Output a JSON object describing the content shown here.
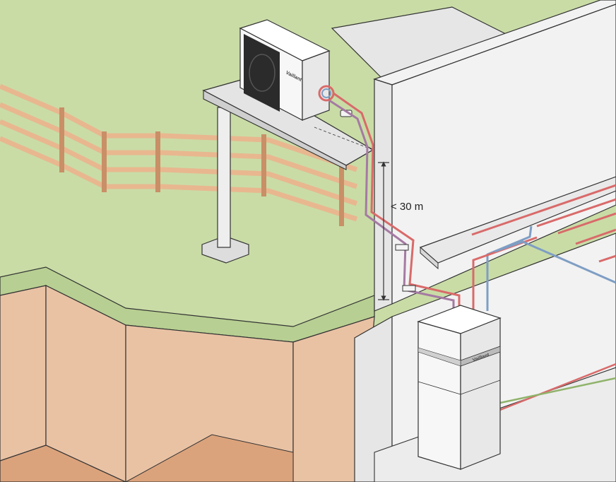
{
  "diagram": {
    "distance_label": "< 30 m",
    "outdoor_unit_brand": "Vaillant",
    "indoor_unit_brand": "Vaillant"
  },
  "colors": {
    "lawn": "#c9dca6",
    "lawn_edge": "#b7cf92",
    "soil_face": "#e9c2a4",
    "soil_floor": "#dba37c",
    "wall": "#f2f2f2",
    "wall_shade": "#e6e6e6",
    "outline": "#333333",
    "fence": "#e8b78f",
    "fence_dark": "#c98f66",
    "unit_body": "#f7f7f7",
    "fan_grille": "#2b2b2b",
    "pipe_hot": "#d96a6a",
    "pipe_cold": "#7e9ec4",
    "pipe_mixed": "#a57aa3",
    "pipe_green": "#8fb36a"
  },
  "icons": {
    "outdoor_unit": "heat-pump-outdoor-unit-icon",
    "indoor_unit": "indoor-unit-cabinet-icon",
    "fence": "wooden-fence-icon",
    "dimension_arrow": "vertical-dimension-arrow-icon"
  }
}
